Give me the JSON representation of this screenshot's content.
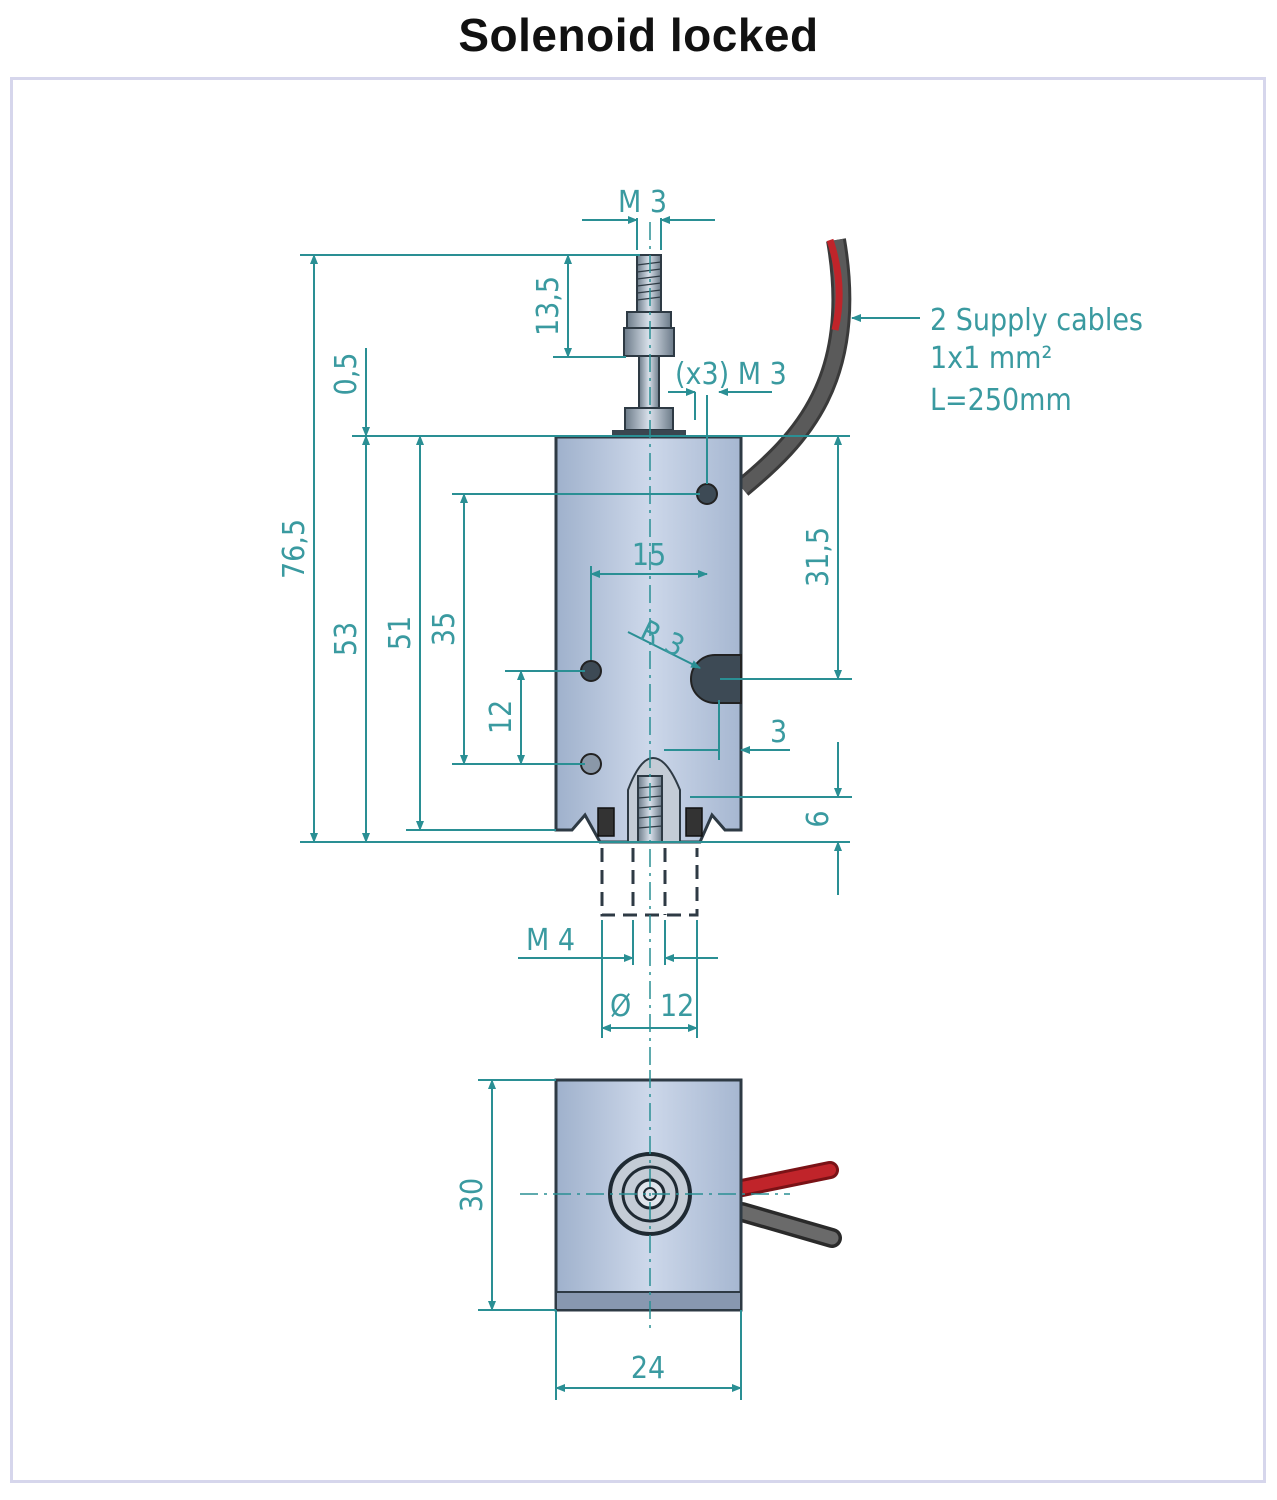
{
  "title": "Solenoid locked",
  "colors": {
    "dimension": "#2a8f94",
    "body": "#b8c8e0",
    "cable_red": "#c0242a",
    "cable_grey": "#4a4a4a",
    "frame": "#d6d6ec"
  },
  "dimensions": {
    "thread_top": "M 3",
    "plunger_length": "13,5",
    "gap": "0,5",
    "overall_length": "76,5",
    "length_53": "53",
    "length_51": "51",
    "length_35": "35",
    "length_12": "12",
    "holes": "(x3) M 3",
    "hole_spacing": "15",
    "radius": "R 3",
    "height_31_5": "31,5",
    "slot_offset": "3",
    "bottom_6": "6",
    "thread_bottom": "M 4",
    "diameter": "12",
    "diameter_symbol": "Ø",
    "width_30": "30",
    "width_24": "24"
  },
  "cable_note": {
    "line1": "2 Supply cables",
    "line2": "1x1 mm²",
    "line3": "L=250mm"
  }
}
